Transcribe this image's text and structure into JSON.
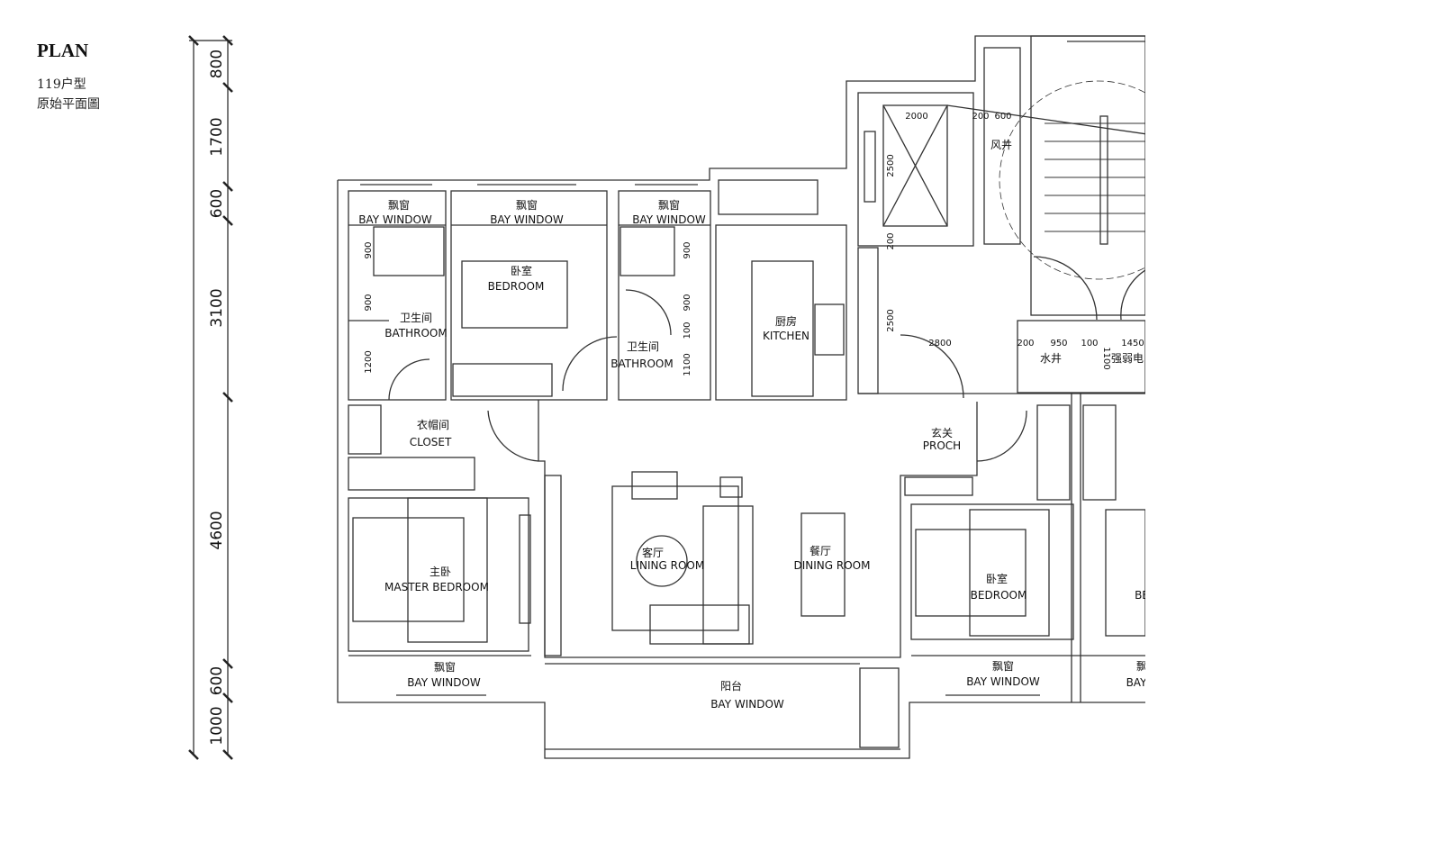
{
  "header": {
    "title": "PLAN",
    "subtitle_1": "119户型",
    "subtitle_2": "原始平面圖"
  },
  "side_dims": [
    "800",
    "1700",
    "600",
    "3100",
    "4600",
    "600",
    "1000"
  ],
  "rooms": {
    "bay1": {
      "cn": "飘窗",
      "en": "BAY WINDOW"
    },
    "bay2": {
      "cn": "飘窗",
      "en": "BAY WINDOW"
    },
    "bay3": {
      "cn": "飘窗",
      "en": "BAY WINDOW"
    },
    "bedroom1": {
      "cn": "卧室",
      "en": "BEDROOM"
    },
    "bath1": {
      "cn": "卫生间",
      "en": "BATHROOM"
    },
    "bath2": {
      "cn": "卫生间",
      "en": "BATHROOM"
    },
    "kitchen": {
      "cn": "厨房",
      "en": "KITCHEN"
    },
    "closet": {
      "cn": "衣帽间",
      "en": "CLOSET"
    },
    "porch": {
      "cn": "玄关",
      "en": "PROCH"
    },
    "living": {
      "cn": "客厅",
      "en": "LINING ROOM"
    },
    "dining": {
      "cn": "餐厅",
      "en": "DINING ROOM"
    },
    "master": {
      "cn": "主卧",
      "en": "MASTER BEDROOM"
    },
    "bedroom2": {
      "cn": "卧室",
      "en": "BEDROOM"
    },
    "bay4": {
      "cn": "飘窗",
      "en": "BAY WINDOW"
    },
    "bay5": {
      "cn": "飘窗",
      "en": "BAY WINDOW"
    },
    "balcony": {
      "cn": "阳台",
      "en": "BAY WINDOW"
    },
    "air_shaft": {
      "cn": "风井"
    },
    "water_shaft": {
      "cn": "水井"
    },
    "elec": {
      "cn": "强弱电"
    },
    "partial_be": {
      "en": "BE"
    },
    "partial_bay": {
      "cn": "飘",
      "en": "BAY"
    }
  },
  "dims": {
    "elev_w": "2000",
    "d200a": "200",
    "d600": "600",
    "elev_h": "2500",
    "d200b": "200",
    "hall_h": "2500",
    "hall_w": "2800",
    "d200c": "200",
    "d950": "950",
    "d100": "100",
    "d1450": "1450",
    "d1100a": "1100",
    "b1_900a": "900",
    "b1_900b": "900",
    "b1_1200": "1200",
    "b2_900a": "900",
    "b2_900b": "900",
    "b2_100": "100",
    "b2_1100": "1100"
  }
}
